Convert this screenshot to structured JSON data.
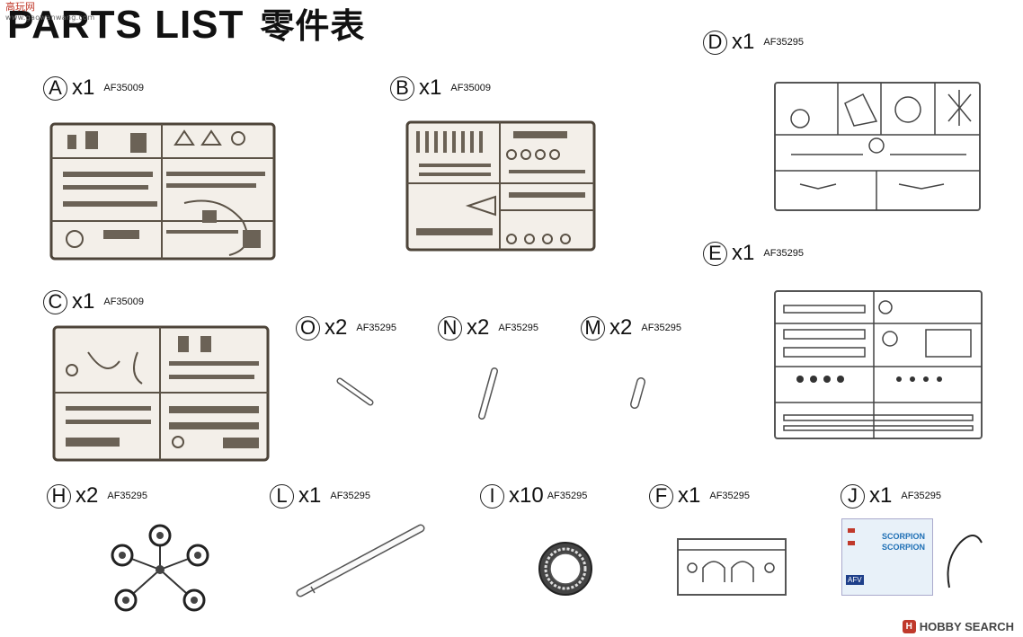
{
  "header": {
    "title": "PARTS  LIST",
    "title_cjk": "零件表",
    "watermark": "高玩网",
    "watermark_sub": "www.gaowanwang.com"
  },
  "parts": [
    {
      "id": "A",
      "letter": "A",
      "qty": "x1",
      "code": "AF35009"
    },
    {
      "id": "B",
      "letter": "B",
      "qty": "x1",
      "code": "AF35009"
    },
    {
      "id": "C",
      "letter": "C",
      "qty": "x1",
      "code": "AF35009"
    },
    {
      "id": "D",
      "letter": "D",
      "qty": "x1",
      "code": "AF35295"
    },
    {
      "id": "E",
      "letter": "E",
      "qty": "x1",
      "code": "AF35295"
    },
    {
      "id": "O",
      "letter": "O",
      "qty": "x2",
      "code": "AF35295"
    },
    {
      "id": "N",
      "letter": "N",
      "qty": "x2",
      "code": "AF35295"
    },
    {
      "id": "M",
      "letter": "M",
      "qty": "x2",
      "code": "AF35295"
    },
    {
      "id": "H",
      "letter": "H",
      "qty": "x2",
      "code": "AF35295"
    },
    {
      "id": "L",
      "letter": "L",
      "qty": "x1",
      "code": "AF35295"
    },
    {
      "id": "I",
      "letter": "I",
      "qty": "x10",
      "code": "AF35295"
    },
    {
      "id": "F",
      "letter": "F",
      "qty": "x1",
      "code": "AF35295"
    },
    {
      "id": "J",
      "letter": "J",
      "qty": "x1",
      "code": "AF35295"
    }
  ],
  "decal": {
    "brand": "AFV",
    "line1": "SCORPION",
    "line2": "SCORPION"
  },
  "footer": {
    "logo": "H",
    "text": "HOBBY SEARCH"
  }
}
